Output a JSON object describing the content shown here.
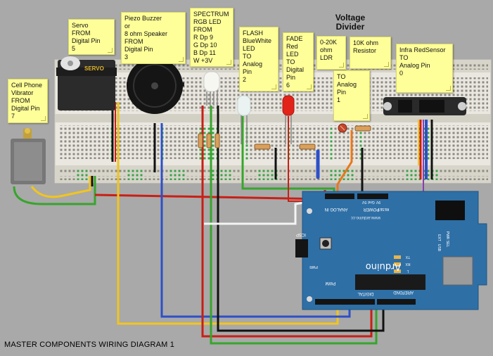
{
  "notes": {
    "cell_phone_vibrator": "Cell Phone\n Vibrator\nFROM\nDigital Pin\n7",
    "servo": "Servo\nFROM\nDigital Pin\n5",
    "piezo_buzzer": "Piezo Buzzer\nor\n8 ohm Speaker\nFROM\nDigital Pin\n3",
    "spectrum_rgb_led": "SPECTRUM\nRGB LED\nFROM\nR  Dp   9\nG  Dp  10\nB  Dp  11\nW +3V",
    "flash_bluewhite_led": "FLASH\nBlueWhite\nLED\nTO\nAnalog\nPin\n2",
    "fade_red_led": "FADE\nRed\nLED\nTO\nDigital\nPin\n6",
    "ldr": "0-20K\nohm\nLDR",
    "resistor_10k": "10K ohm\nResistor",
    "infra_red_sensor": "Infra RedSensor\nTO\n  Analog Pin\n  0",
    "voltage_divider_analog": "TO\nAnalog\nPin\n1"
  },
  "voltage_divider_heading": "Voltage\nDivider",
  "caption": "MASTER COMPONENTS WIRING DIAGRAM 1",
  "servo_label": "SERVO",
  "arduino": {
    "brand": "Arduino",
    "site": "www.arduino.cc",
    "header_labels": {
      "analog_in": "ANALOG IN",
      "power": "POWER",
      "digital": "DIGITAL",
      "pwm": "PWM",
      "aref": "AREF",
      "gnd": "GND",
      "icsp": "ICSP",
      "reset": "RESET",
      "five_v": "5V",
      "gnd2": "Gnd",
      "nine_v": "9V",
      "tx": "TX",
      "rx": "RX",
      "l": "L",
      "ext": "EXT",
      "usb": "USB",
      "pwr_sel": "PWR SEL",
      "pwr": "PWR"
    }
  },
  "colors": {
    "background": "#a9a9a9",
    "note_fill": "#ffff99",
    "breadboard": "#e9e7df",
    "breadboard_rail": "#d7d4ca",
    "arduino_board": "#2e6fa6",
    "wire_red": "#c91f16",
    "wire_green": "#37a52c",
    "wire_blue": "#2d4fc8",
    "wire_yellow": "#f2c51c",
    "wire_black": "#111111",
    "wire_orange": "#e7781e",
    "wire_purple": "#8a3fa8",
    "wire_white": "#f4f4f4"
  }
}
